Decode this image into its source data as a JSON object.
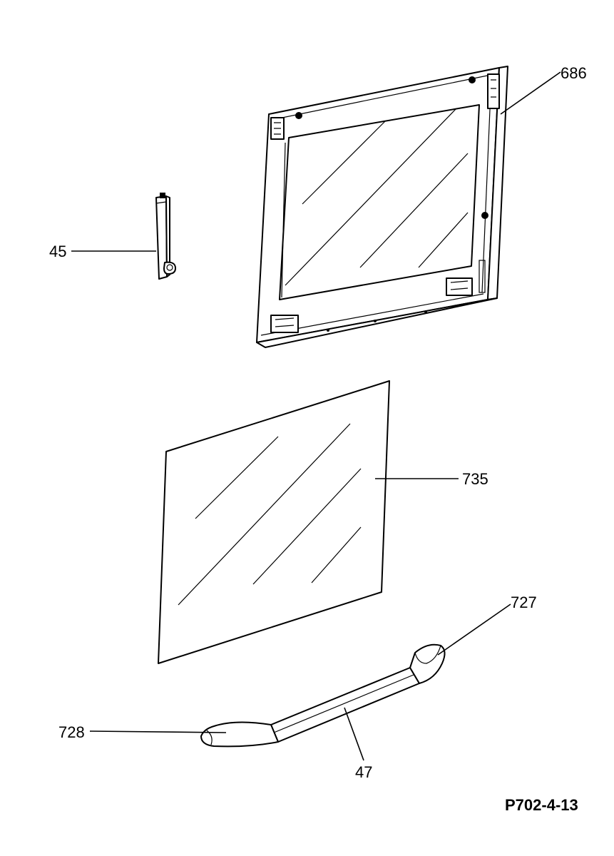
{
  "parts": [
    {
      "id": "p686",
      "number": "686"
    },
    {
      "id": "p45",
      "number": "45"
    },
    {
      "id": "p735",
      "number": "735"
    },
    {
      "id": "p727",
      "number": "727"
    },
    {
      "id": "p728",
      "number": "728"
    },
    {
      "id": "p47",
      "number": "47"
    }
  ],
  "diagram_code": "P702-4-13"
}
